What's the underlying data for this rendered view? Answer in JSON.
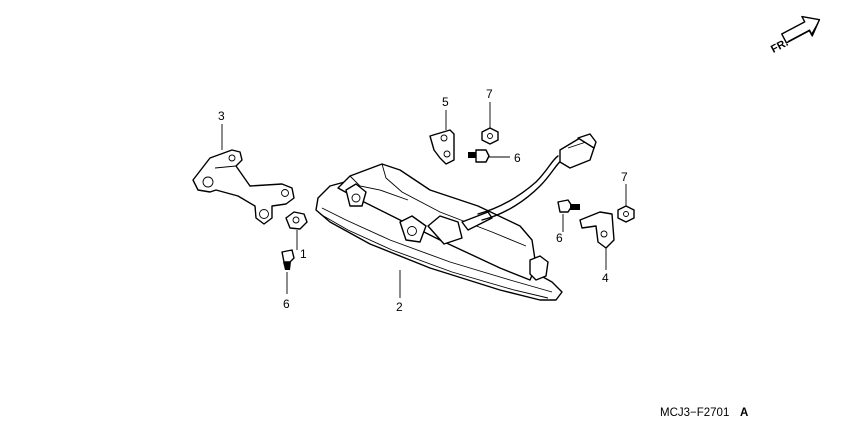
{
  "diagram": {
    "orientation_label": "FR.",
    "drawing_code": "MCJ3−F2701",
    "drawing_code_suffix": "A",
    "callouts": {
      "c1": "1",
      "c2": "2",
      "c3": "3",
      "c4": "4",
      "c5": "5",
      "c6a": "6",
      "c6b": "6",
      "c6c": "6",
      "c7a": "7",
      "c7b": "7"
    }
  },
  "colors": {
    "line": "#000000",
    "background": "#ffffff"
  },
  "icons": {
    "direction": "arrow-icon"
  }
}
